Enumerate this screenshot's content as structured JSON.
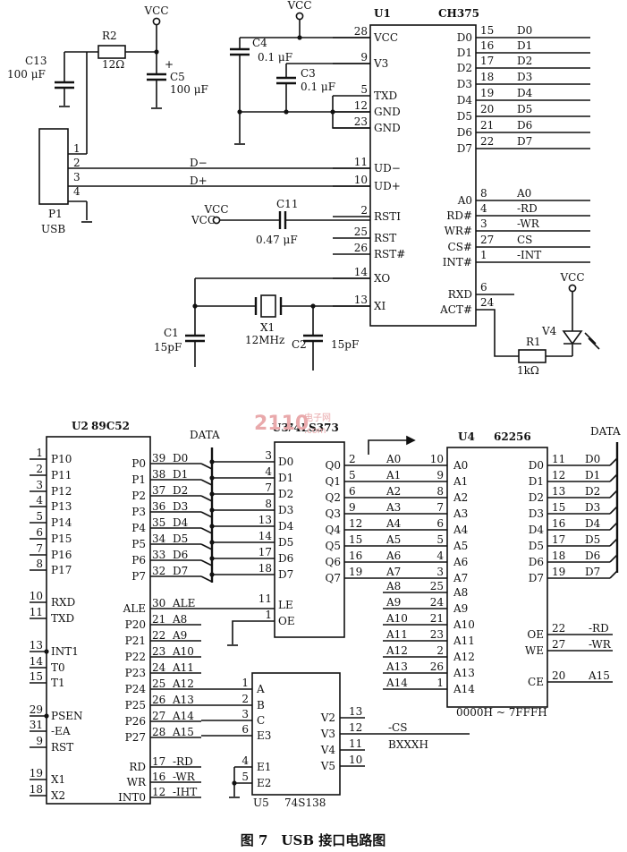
{
  "caption": "图 7　USB 接口电路图",
  "watermark": {
    "logo": "2110",
    "cn": "电子网",
    "url": ".com"
  },
  "usb": {
    "ref": "P1",
    "name": "USB",
    "pins": [
      "1",
      "2",
      "3",
      "4"
    ],
    "dminus": "D−",
    "dplus": "D+"
  },
  "power": {
    "vcc": "VCC"
  },
  "parts": {
    "c13": {
      "ref": "C13",
      "value": "100 μF"
    },
    "r2": {
      "ref": "R2",
      "value": "12Ω"
    },
    "c5": {
      "ref": "C5",
      "value": "100 μF",
      "plus": "+"
    },
    "c4": {
      "ref": "C4",
      "value": "0.1 μF"
    },
    "c3": {
      "ref": "C3",
      "value": "0.1 μF"
    },
    "c11": {
      "ref": "C11",
      "value": "0.47 μF"
    },
    "c1": {
      "ref": "C1",
      "value": "15pF"
    },
    "c2": {
      "ref": "C2",
      "value": "15pF"
    },
    "x1": {
      "ref": "X1",
      "value": "12MHz"
    },
    "r1": {
      "ref": "R1",
      "value": "1kΩ"
    },
    "v4": {
      "ref": "V4"
    }
  },
  "u1": {
    "ref": "U1",
    "name": "CH375",
    "left_pins": [
      {
        "num": "28",
        "name": "VCC"
      },
      {
        "num": "9",
        "name": "V3"
      },
      {
        "num": "5",
        "name": "TXD"
      },
      {
        "num": "12",
        "name": "GND"
      },
      {
        "num": "23",
        "name": "GND"
      },
      {
        "num": "11",
        "name": "UD−"
      },
      {
        "num": "10",
        "name": "UD+"
      },
      {
        "num": "2",
        "name": "RSTI"
      },
      {
        "num": "25",
        "name": "RST"
      },
      {
        "num": "26",
        "name": "RST#"
      },
      {
        "num": "14",
        "name": "XO"
      },
      {
        "num": "13",
        "name": "XI"
      }
    ],
    "right_pins": [
      {
        "num": "15",
        "name": "D0",
        "net": "D0"
      },
      {
        "num": "16",
        "name": "D1",
        "net": "D1"
      },
      {
        "num": "17",
        "name": "D2",
        "net": "D2"
      },
      {
        "num": "18",
        "name": "D3",
        "net": "D3"
      },
      {
        "num": "19",
        "name": "D4",
        "net": "D4"
      },
      {
        "num": "20",
        "name": "D5",
        "net": "D5"
      },
      {
        "num": "21",
        "name": "D6",
        "net": "D6"
      },
      {
        "num": "22",
        "name": "D7",
        "net": "D7"
      },
      {
        "num": "8",
        "name": "A0",
        "net": "A0"
      },
      {
        "num": "4",
        "name": "RD#",
        "net": "-RD"
      },
      {
        "num": "3",
        "name": "WR#",
        "net": "-WR"
      },
      {
        "num": "27",
        "name": "CS#",
        "net": "CS"
      },
      {
        "num": "1",
        "name": "INT#",
        "net": "-INT"
      },
      {
        "num": "6",
        "name": "RXD",
        "net": ""
      },
      {
        "num": "24",
        "name": "ACT#",
        "net": ""
      }
    ]
  },
  "u2": {
    "ref": "U2",
    "name": "89C52",
    "left_pins": [
      {
        "num": "1",
        "name": "P10"
      },
      {
        "num": "2",
        "name": "P11"
      },
      {
        "num": "3",
        "name": "P12"
      },
      {
        "num": "4",
        "name": "P13"
      },
      {
        "num": "5",
        "name": "P14"
      },
      {
        "num": "6",
        "name": "P15"
      },
      {
        "num": "7",
        "name": "P16"
      },
      {
        "num": "8",
        "name": "P17"
      },
      {
        "num": "10",
        "name": "RXD"
      },
      {
        "num": "11",
        "name": "TXD"
      },
      {
        "num": "13",
        "name": "INT1"
      },
      {
        "num": "14",
        "name": "T0"
      },
      {
        "num": "15",
        "name": "T1"
      },
      {
        "num": "29",
        "name": "PSEN"
      },
      {
        "num": "31",
        "name": "-EA"
      },
      {
        "num": "9",
        "name": "RST"
      },
      {
        "num": "19",
        "name": "X1"
      },
      {
        "num": "18",
        "name": "X2"
      }
    ],
    "right_pins": [
      {
        "num": "39",
        "name": "P0",
        "net": "D0"
      },
      {
        "num": "38",
        "name": "P1",
        "net": "D1"
      },
      {
        "num": "37",
        "name": "P2",
        "net": "D2"
      },
      {
        "num": "36",
        "name": "P3",
        "net": "D3"
      },
      {
        "num": "35",
        "name": "P4",
        "net": "D4"
      },
      {
        "num": "34",
        "name": "P5",
        "net": "D5"
      },
      {
        "num": "33",
        "name": "P6",
        "net": "D6"
      },
      {
        "num": "32",
        "name": "P7",
        "net": "D7"
      },
      {
        "num": "30",
        "name": "ALE",
        "net": "ALE"
      },
      {
        "num": "21",
        "name": "P20",
        "net": "A8"
      },
      {
        "num": "22",
        "name": "P21",
        "net": "A9"
      },
      {
        "num": "23",
        "name": "P22",
        "net": "A10"
      },
      {
        "num": "24",
        "name": "P23",
        "net": "A11"
      },
      {
        "num": "25",
        "name": "P24",
        "net": "A12"
      },
      {
        "num": "26",
        "name": "P25",
        "net": "A13"
      },
      {
        "num": "27",
        "name": "P26",
        "net": "A14"
      },
      {
        "num": "28",
        "name": "P27",
        "net": "A15"
      },
      {
        "num": "17",
        "name": "RD",
        "net": "-RD"
      },
      {
        "num": "16",
        "name": "WR",
        "net": "-WR"
      },
      {
        "num": "12",
        "name": "INT0",
        "net": "-IHT"
      }
    ]
  },
  "data_bus_label": "DATA",
  "u3": {
    "ref": "U3",
    "name": "74LS373",
    "inputs": [
      {
        "num": "3",
        "name": "D0"
      },
      {
        "num": "4",
        "name": "D1"
      },
      {
        "num": "7",
        "name": "D2"
      },
      {
        "num": "8",
        "name": "D3"
      },
      {
        "num": "13",
        "name": "D4"
      },
      {
        "num": "14",
        "name": "D5"
      },
      {
        "num": "17",
        "name": "D6"
      },
      {
        "num": "18",
        "name": "D7"
      },
      {
        "num": "11",
        "name": "LE"
      },
      {
        "num": "1",
        "name": "OE"
      }
    ],
    "outputs": [
      {
        "num": "2",
        "name": "Q0",
        "net": "A0"
      },
      {
        "num": "5",
        "name": "Q1",
        "net": "A1"
      },
      {
        "num": "6",
        "name": "Q2",
        "net": "A2"
      },
      {
        "num": "9",
        "name": "Q3",
        "net": "A3"
      },
      {
        "num": "12",
        "name": "Q4",
        "net": "A4"
      },
      {
        "num": "15",
        "name": "Q5",
        "net": "A5"
      },
      {
        "num": "16",
        "name": "Q6",
        "net": "A6"
      },
      {
        "num": "19",
        "name": "Q7",
        "net": "A7"
      }
    ]
  },
  "addr_hi_nets": [
    "A8",
    "A9",
    "A10",
    "A11",
    "A12",
    "A13",
    "A14"
  ],
  "u4": {
    "ref": "U4",
    "name": "62256",
    "left_pins": [
      {
        "num": "10",
        "name": "A0"
      },
      {
        "num": "9",
        "name": "A1"
      },
      {
        "num": "8",
        "name": "A2"
      },
      {
        "num": "7",
        "name": "A3"
      },
      {
        "num": "6",
        "name": "A4"
      },
      {
        "num": "5",
        "name": "A5"
      },
      {
        "num": "4",
        "name": "A6"
      },
      {
        "num": "3",
        "name": "A7"
      },
      {
        "num": "25",
        "name": "A8"
      },
      {
        "num": "24",
        "name": "A9"
      },
      {
        "num": "21",
        "name": "A10"
      },
      {
        "num": "23",
        "name": "A11"
      },
      {
        "num": "2",
        "name": "A12"
      },
      {
        "num": "26",
        "name": "A13"
      },
      {
        "num": "1",
        "name": "A14"
      }
    ],
    "right_pins": [
      {
        "num": "11",
        "name": "D0",
        "net": "D0"
      },
      {
        "num": "12",
        "name": "D1",
        "net": "D1"
      },
      {
        "num": "13",
        "name": "D2",
        "net": "D2"
      },
      {
        "num": "15",
        "name": "D3",
        "net": "D3"
      },
      {
        "num": "16",
        "name": "D4",
        "net": "D4"
      },
      {
        "num": "17",
        "name": "D5",
        "net": "D5"
      },
      {
        "num": "18",
        "name": "D6",
        "net": "D6"
      },
      {
        "num": "19",
        "name": "D7",
        "net": "D7"
      },
      {
        "num": "22",
        "name": "OE",
        "net": "-RD"
      },
      {
        "num": "27",
        "name": "WE",
        "net": "-WR"
      },
      {
        "num": "20",
        "name": "CE",
        "net": "A15"
      }
    ],
    "range": "0000H ~ 7FFFH"
  },
  "u5": {
    "ref": "U5",
    "name": "74S138",
    "inputs": [
      {
        "num": "1",
        "name": "A"
      },
      {
        "num": "2",
        "name": "B"
      },
      {
        "num": "3",
        "name": "C"
      },
      {
        "num": "6",
        "name": "E3"
      },
      {
        "num": "4",
        "name": "E1"
      },
      {
        "num": "5",
        "name": "E2"
      }
    ],
    "outputs": [
      {
        "num": "13",
        "name": "V2"
      },
      {
        "num": "12",
        "name": "V3"
      },
      {
        "num": "11",
        "name": "V4"
      },
      {
        "num": "10",
        "name": "V5"
      }
    ],
    "cs_net": "-CS",
    "addr_note": "BXXXH"
  }
}
